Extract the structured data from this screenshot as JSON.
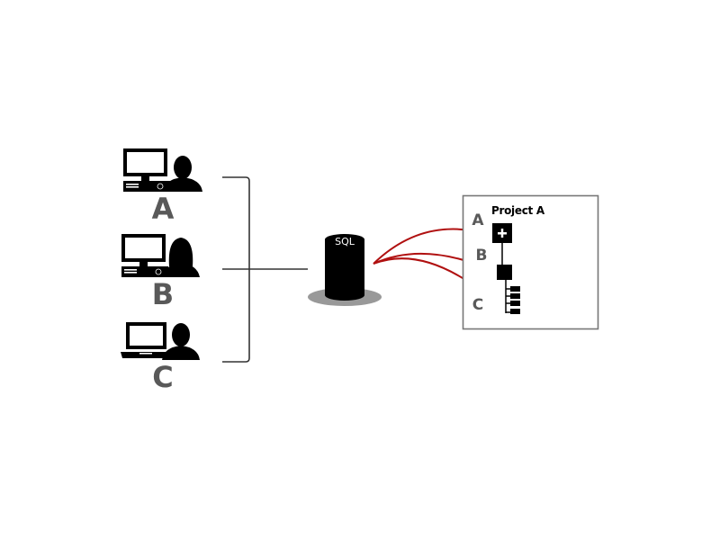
{
  "users": [
    {
      "label": "A",
      "device": "desktop",
      "person": "male"
    },
    {
      "label": "B",
      "device": "desktop",
      "person": "female"
    },
    {
      "label": "C",
      "device": "laptop",
      "person": "male"
    }
  ],
  "database": {
    "label": "SQL"
  },
  "project": {
    "title": "Project A",
    "levels": [
      {
        "label": "A",
        "node": "expand-plus-node"
      },
      {
        "label": "B",
        "node": "square-node"
      },
      {
        "label": "C",
        "node": "leaf-list"
      }
    ]
  },
  "colors": {
    "arrow": "#b01010",
    "label_gray": "#595959",
    "line": "#333333",
    "box_border": "#777777",
    "db_shadow": "#999999"
  }
}
